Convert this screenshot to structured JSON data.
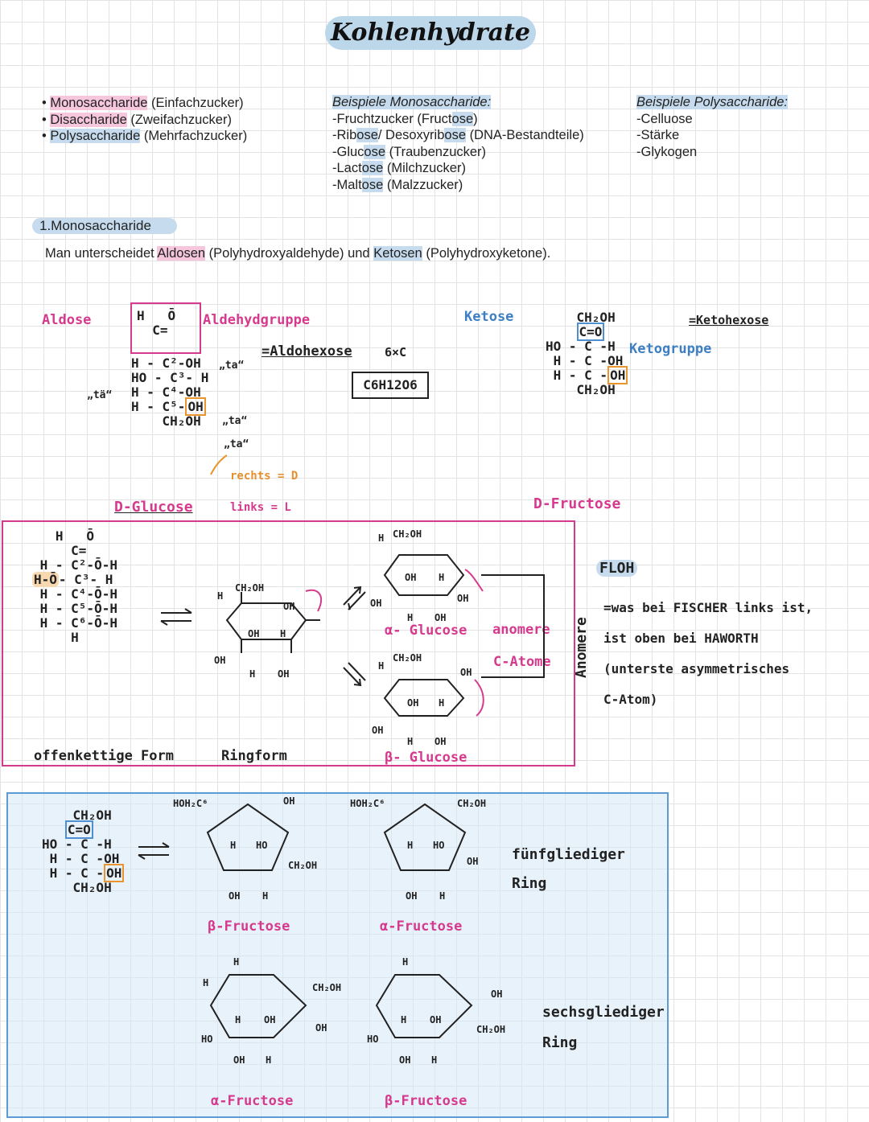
{
  "title": "Kohlenhydrate",
  "categories": [
    {
      "term": "Monosaccharide",
      "rest": " (Einfachzucker)"
    },
    {
      "term": "Disaccharide",
      "rest": " (Zweifachzucker)"
    },
    {
      "term": "Polysaccharide",
      "rest": " (Mehrfachzucker)"
    }
  ],
  "mono_examples": {
    "heading": "Beispiele Monosaccharide:",
    "items": [
      {
        "pre": "-Fruchtzucker (Fruct",
        "hl": "ose",
        "post": ")"
      },
      {
        "pre": "-Rib",
        "hl": "ose",
        "post": "/ Desoxyrib",
        "hl2": "ose",
        "post2": " (DNA-Bestandteile)"
      },
      {
        "pre": "-Gluc",
        "hl": "ose",
        "post": " (Traubenzucker)"
      },
      {
        "pre": "-Lact",
        "hl": "ose",
        "post": " (Milchzucker)"
      },
      {
        "pre": "-Malt",
        "hl": "ose",
        "post": " (Malzzucker)"
      }
    ]
  },
  "poly_examples": {
    "heading": "Beispiele Polysaccharide:",
    "items": [
      "-Celluose",
      "-Stärke",
      "-Glykogen"
    ]
  },
  "section1": {
    "heading": "1.Monosaccharide",
    "intro_pre": "Man unterscheidet ",
    "aldosen": "Aldosen",
    "intro_mid": " (Polyhydroxyaldehyde) und ",
    "ketosen": "Ketosen",
    "intro_post": " (Polyhydroxyketone)."
  },
  "aldose": {
    "label": "Aldose",
    "group": "Aldehydgruppe",
    "hexose": "=Aldohexose",
    "six_c": "6×C",
    "formula": "C6H12O6",
    "ta": "„ta“",
    "tae": "„tä“",
    "rechts": "rechts = D",
    "links": "links = L",
    "name": "D-Glucose"
  },
  "ketose": {
    "label": "Ketose",
    "hexose": "=Ketohexose",
    "group": "Ketogruppe",
    "name": "D-Fructose"
  },
  "glucose_box": {
    "open_form": "offenkettige Form",
    "ring_form": "Ringform",
    "alpha": "α- Glucose",
    "beta": "β- Glucose",
    "anomere": "anomere",
    "c_atome": "C-Atome",
    "anomere_vert": "Anomere",
    "floh": "FLOH",
    "floh_lines": [
      "=was bei FISCHER links ist,",
      "ist oben bei HAWORTH",
      "(unterste asymmetrisches",
      "C-Atom)"
    ]
  },
  "fructose_box": {
    "beta5": "β-Fructose",
    "alpha5": "α-Fructose",
    "five_ring": [
      "fünfgliediger",
      "Ring"
    ],
    "alpha6": "α-Fructose",
    "beta6": "β-Fructose",
    "six_ring": [
      "sechsgliediger",
      "Ring"
    ]
  }
}
